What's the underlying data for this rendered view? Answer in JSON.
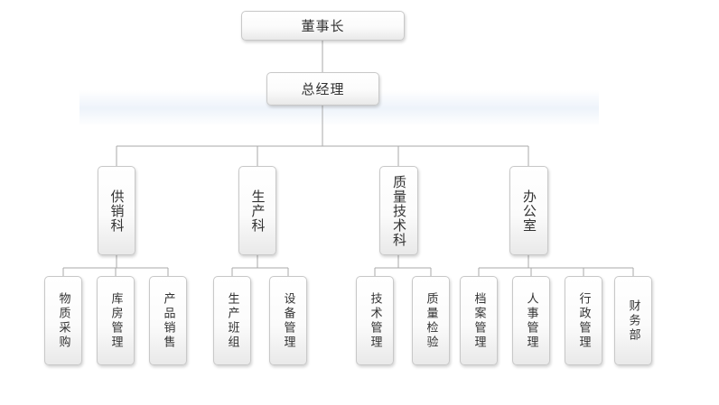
{
  "top": {
    "chairman": "董事长",
    "general_manager": "总经理"
  },
  "departments": [
    {
      "name": "供销科",
      "sections": [
        "物质采购",
        "库房管理",
        "产品销售"
      ]
    },
    {
      "name": "生产科",
      "sections": [
        "生产班组",
        "设备管理"
      ]
    },
    {
      "name": "质量技术科",
      "sections": [
        "技术管理",
        "质量检验"
      ]
    },
    {
      "name": "办公室",
      "sections": [
        "档案管理",
        "人事管理",
        "行政管理",
        "财务部"
      ]
    }
  ],
  "colors": {
    "line": "#a9a9a9",
    "border": "#c8c8c8",
    "text": "#333333"
  }
}
